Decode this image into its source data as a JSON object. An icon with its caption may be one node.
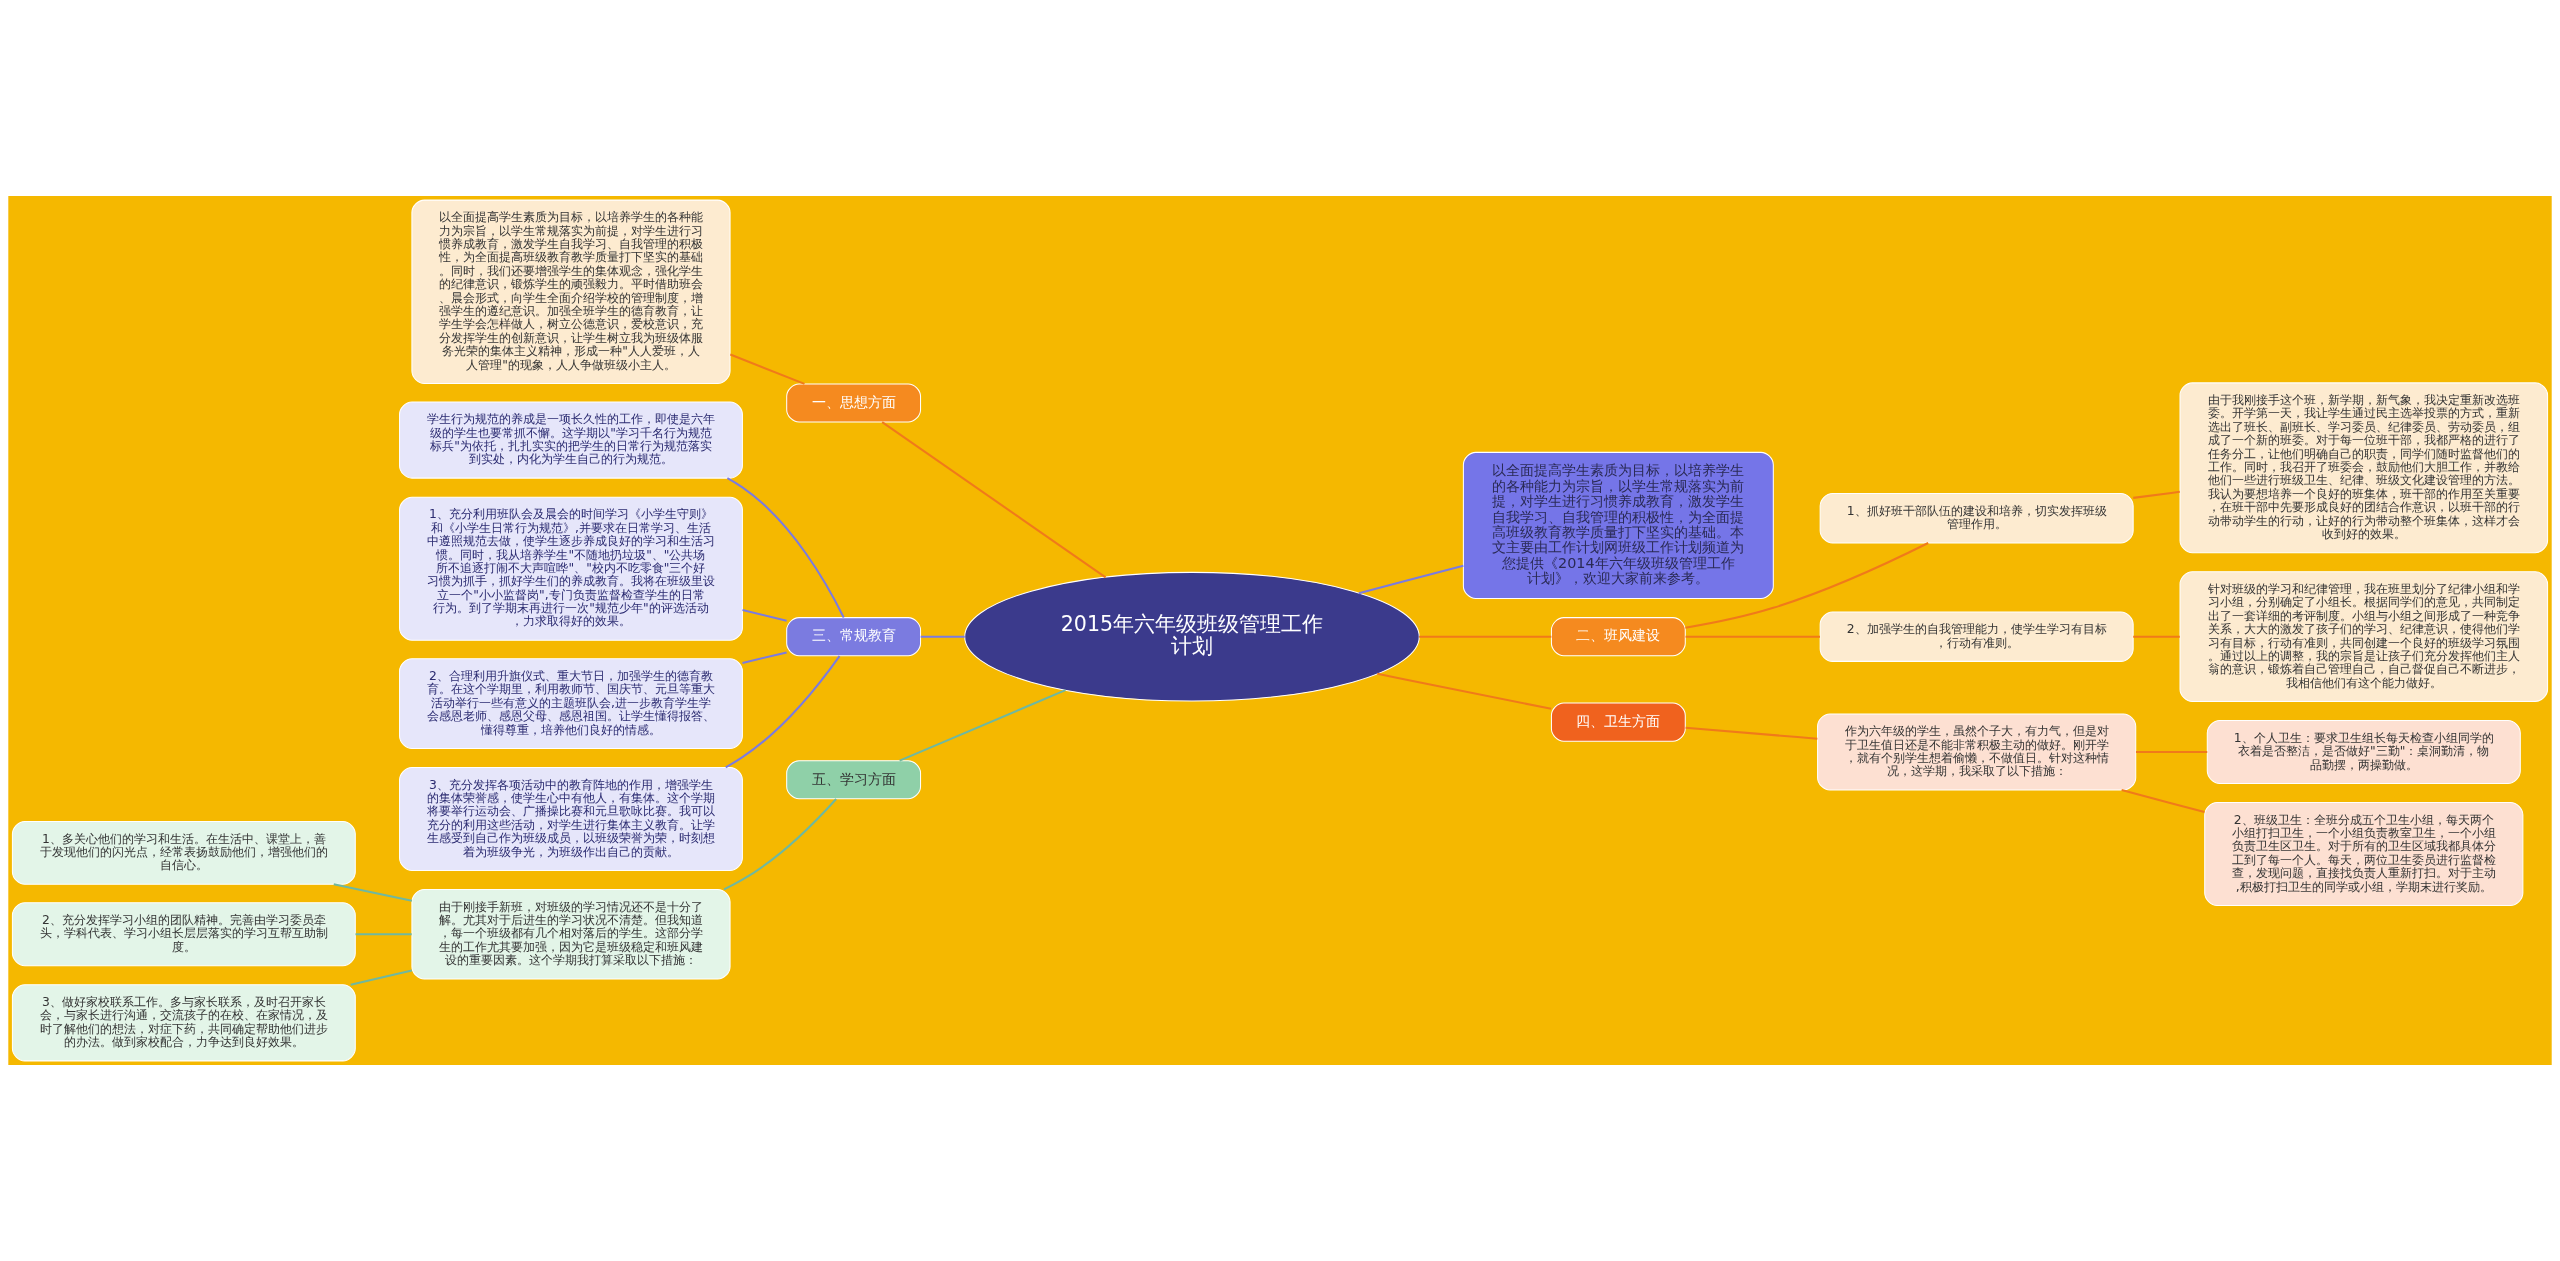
{
  "diagram": {
    "nodes": [
      {
        "text": [
          "2015年六年级班级管理工作计划"
        ]
      },
      {
        "text": [
          "一、思想方面"
        ]
      },
      {
        "text": [
          "以全面提高学生素质为目标，以培养学生的各种能力为宗旨，以学生常规落实为前提，对学生进行习惯养成教育，激发学生自我学习、自我管理的积极性，为全面提高班级教育教学质量打下坚实的基础。同时，我们还要增强学生的集体观念，强化学生的纪律意识，锻炼学生的顽强毅力。平时借助班会、晨会形式，向学生全面介绍学校的管理制度，增强学生的遵纪意识。加强全班学生的德育教育，让学生学会怎样做人，树立公德意识，爱校意识，充分发挥学生的创新意识，让学生树立我为班级体服务光荣的集体主义精神，形成一种\"人人爱班，人人管理\"的现象，人人争做班级小主人。"
        ]
      },
      {
        "text": [
          "三、常规教育"
        ]
      },
      {
        "text": [
          "学生行为规范的养成是一项长久性的工作，即使是六年级的学生也要常抓不懈。这学期以\"学习千名行为规范标兵\"为依托，扎扎实实的把学生的日常行为规范落实到实处，内化为学生自己的行为规范。"
        ]
      },
      {
        "text": [
          "1、充分利用班队会及晨会的时间学习《小学生守则》和《小学生日常行为规范》,并要求在日常学习、生活中遵照规范去做，使学生逐步养成良好的学习和生活习惯。同时，我从培养学生\"不随地扔垃圾\"、\"公共场所不追逐打闹不大声喧哗\"、\"校内不吃零食\"三个好习惯为抓手，抓好学生们的养成教育。我将在班级里设立一个\"小小监督岗\",专门负责监督检查学生的日常行为。到了学期末再进行一次\"规范少年\"的评选活动，力求取得好的效果。"
        ]
      },
      {
        "text": [
          "2、合理利用升旗仪式、重大节日，加强学生的德育教育。在这个学期里，利用教师节、国庆节、元旦等重大活动举行一些有意义的主题班队会,进一步教育学生学会感恩老师、感恩父母、感恩祖国。让学生懂得报答、懂得尊重，培养他们良好的情感。"
        ]
      },
      {
        "text": [
          "3、充分发挥各项活动中的教育阵地的作用，增强学生的集体荣誉感，使学生心中有他人，有集体。这个学期将要举行运动会、广播操比赛和元旦歌咏比赛。我可以充分的利用这些活动，对学生进行集体主义教育。让学生感受到自己作为班级成员，以班级荣誉为荣，时刻想着为班级争光，为班级作出自己的贡献。"
        ]
      },
      {
        "text": [
          "五、学习方面"
        ]
      },
      {
        "text": [
          "由于刚接手新班，对班级的学习情况还不是十分了解。尤其对于后进生的学习状况不清楚。但我知道，每一个班级都有几个相对落后的学生。这部分学生的工作尤其要加强，因为它是班级稳定和班风建设的重要因素。这个学期我打算采取以下措施："
        ]
      },
      {
        "text": [
          "1、多关心他们的学习和生活。在生活中、课堂上，善于发现他们的闪光点，经常表扬鼓励他们，增强他们的自信心。"
        ]
      },
      {
        "text": [
          "2、充分发挥学习小组的团队精神。完善由学习委员牵头，学科代表、学习小组长层层落实的学习互帮互助制度。"
        ]
      },
      {
        "text": [
          "3、做好家校联系工作。多与家长联系，及时召开家长会，与家长进行沟通，交流孩子的在校、在家情况，及时了解他们的想法，对症下药，共同确定帮助他们进步的办法。做到家校配合，力争达到良好效果。"
        ]
      },
      {
        "text": [
          "以全面提高学生素质为目标，以培养学生的各种能力为宗旨，以学生常规落实为前提，对学生进行习惯养成教育，激发学生自我学习、自我管理的积极性，为全面提高班级教育教学质量打下坚实的基础。本文主要由工作计划网班级工作计划频道为您提供《2014年六年级班级管理工作计划》，欢迎大家前来参考。"
        ]
      },
      {
        "text": [
          "二、班风建设"
        ]
      },
      {
        "text": [
          "1、抓好班干部队伍的建设和培养，切实发挥班级管理作用。"
        ]
      },
      {
        "text": [
          "由于我刚接手这个班，新学期，新气象，我决定重新改选班委。开学第一天，我让学生通过民主选举投票的方式，重新选出了班长、副班长、学习委员、纪律委员、劳动委员，组成了一个新的班委。对于每一位班干部，我都严格的进行了任务分工，让他们明确自己的职责，同学们随时监督他们的工作。同时，我召开了班委会，鼓励他们大胆工作，并教给他们一些进行班级卫生、纪律、班级文化建设管理的方法。我认为要想培养一个良好的班集体，班干部的作用至关重要，在班干部中先要形成良好的团结合作意识，以班干部的行动带动学生的行动，让好的行为带动整个班集体，这样才会收到好的效果。"
        ]
      },
      {
        "text": [
          "2、加强学生的自我管理能力，使学生学习有目标，行动有准则。"
        ]
      },
      {
        "text": [
          "针对班级的学习和纪律管理，我在班里划分了纪律小组和学习小组，分别确定了小组长。根据同学们的意见，共同制定出了一套详细的考评制度。小组与小组之间形成了一种竞争关系，大大的激发了孩子们的学习、纪律意识，使得他们学习有目标，行动有准则，共同创建一个良好的班级学习氛围。通过以上的调整，我的宗旨是让孩子们充分发挥他们主人翁的意识，锻炼着自己管理自己，自己督促自己不断进步，我相信他们有这个能力做好。"
        ]
      },
      {
        "text": [
          "四、卫生方面"
        ]
      },
      {
        "text": [
          "作为六年级的学生，虽然个子大，有力气，但是对于卫生值日还是不能非常积极主动的做好。刚开学，就有个别学生想着偷懒，不做值日。针对这种情况，这学期，我采取了以下措施："
        ]
      },
      {
        "text": [
          "1、个人卫生：要求卫生组长每天检查小组同学的衣着是否整洁，是否做好\"三勤\"：桌洞勤清，物品勤摆，两操勤做。"
        ]
      },
      {
        "text": [
          "2、班级卫生：全班分成五个卫生小组，每天两个小组打扫卫生，一个小组负责教室卫生，一个小组负责卫生区卫生。对于所有的卫生区域我都具体分工到了每一个人。每天，两位卫生委员进行监督检查，发现问题，直接找负责人重新打扫。对于主动,积极打扫卫生的同学或小组，学期末进行奖励。"
        ]
      }
    ],
    "edges": [
      {
        "from": 2,
        "to": 1,
        "arrow": "none"
      },
      {
        "from": 1,
        "to": 0,
        "arrow": "none"
      },
      {
        "from": 4,
        "to": 3,
        "arrow": "none",
        "color": "#7b7be0"
      },
      {
        "from": 5,
        "to": 3,
        "arrow": "none",
        "color": "#7b7be0"
      },
      {
        "from": 6,
        "to": 3,
        "arrow": "none",
        "color": "#7b7be0"
      },
      {
        "from": 7,
        "to": 3,
        "arrow": "none",
        "color": "#7b7be0"
      },
      {
        "from": 3,
        "to": 0,
        "arrow": "none",
        "color": "#7b7be0"
      },
      {
        "from": 10,
        "to": 9,
        "arrow": "none",
        "color": "#6fb8a0"
      },
      {
        "from": 11,
        "to": 9,
        "arrow": "none",
        "color": "#6fb8a0"
      },
      {
        "from": 12,
        "to": 9,
        "arrow": "none",
        "color": "#6fb8a0"
      },
      {
        "from": 9,
        "to": 8,
        "arrow": "none",
        "color": "#6fb8a0"
      },
      {
        "from": 8,
        "to": 0,
        "arrow": "none",
        "color": "#6fb8a0"
      },
      {
        "from": 0,
        "to": 13,
        "arrow": "none",
        "color": "#7b7be0"
      },
      {
        "from": 0,
        "to": 14,
        "arrow": "none"
      },
      {
        "from": 14,
        "to": 15,
        "arrow": "none"
      },
      {
        "from": 15,
        "to": 16,
        "arrow": "none"
      },
      {
        "from": 14,
        "to": 17,
        "arrow": "none"
      },
      {
        "from": 17,
        "to": 18,
        "arrow": "none"
      },
      {
        "from": 0,
        "to": 19,
        "arrow": "none"
      },
      {
        "from": 19,
        "to": 20,
        "arrow": "none"
      },
      {
        "from": 20,
        "to": 21,
        "arrow": "none"
      },
      {
        "from": 20,
        "to": 22,
        "arrow": "none"
      }
    ]
  }
}
